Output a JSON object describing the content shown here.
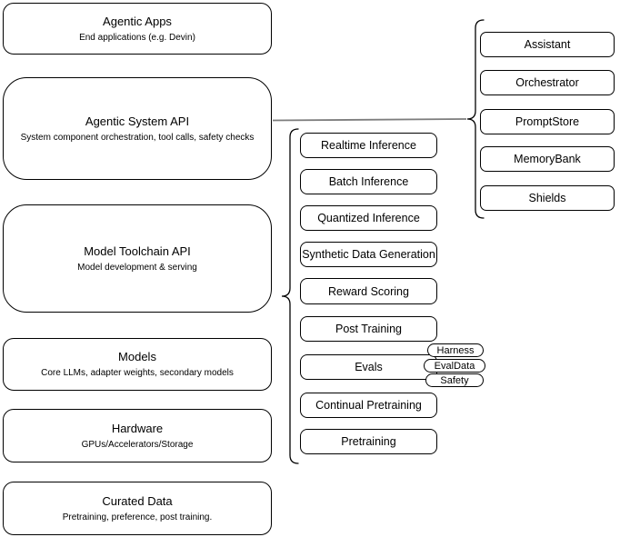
{
  "diagram": {
    "left_stack": [
      {
        "title": "Agentic Apps",
        "subtitle": "End applications (e.g. Devin)"
      },
      {
        "title": "Agentic System API",
        "subtitle": "System component orchestration, tool calls, safety checks"
      },
      {
        "title": "Model Toolchain API",
        "subtitle": "Model development & serving"
      },
      {
        "title": "Models",
        "subtitle": "Core LLMs, adapter weights, secondary models"
      },
      {
        "title": "Hardware",
        "subtitle": "GPUs/Accelerators/Storage"
      },
      {
        "title": "Curated Data",
        "subtitle": "Pretraining, preference, post training."
      }
    ],
    "toolchain_items": [
      {
        "label": "Realtime Inference"
      },
      {
        "label": "Batch Inference"
      },
      {
        "label": "Quantized Inference"
      },
      {
        "label": "Synthetic Data Generation"
      },
      {
        "label": "Reward Scoring"
      },
      {
        "label": "Post Training"
      },
      {
        "label": "Evals"
      },
      {
        "label": "Continual Pretraining"
      },
      {
        "label": "Pretraining"
      }
    ],
    "eval_tags": [
      {
        "label": "Harness"
      },
      {
        "label": "EvalData"
      },
      {
        "label": "Safety"
      }
    ],
    "agentic_components": [
      {
        "label": "Assistant"
      },
      {
        "label": "Orchestrator"
      },
      {
        "label": "PromptStore"
      },
      {
        "label": "MemoryBank"
      },
      {
        "label": "Shields"
      }
    ],
    "colors": {
      "stroke": "#000000",
      "background": "#ffffff",
      "connector": "#7d7d7d"
    }
  }
}
